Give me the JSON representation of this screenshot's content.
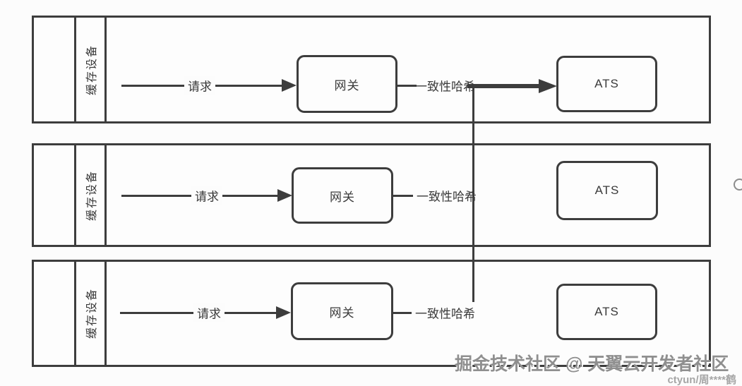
{
  "diagram": {
    "rows": [
      {
        "device": "缓存设备",
        "request": "请求",
        "gateway": "网关",
        "hash": "一致性哈希",
        "ats": "ATS"
      },
      {
        "device": "缓存设备",
        "request": "请求",
        "gateway": "网关",
        "hash": "一致性哈希",
        "ats": "ATS"
      },
      {
        "device": "缓存设备",
        "request": "请求",
        "gateway": "网关",
        "hash": "一致性哈希",
        "ats": "ATS"
      }
    ],
    "colors": {
      "stroke": "#3d3d3d",
      "text": "#3a3a3a",
      "background": "#fcfcfc",
      "watermark": "#8f8f8f"
    }
  },
  "watermark": {
    "community": "掘金技术社区 @ 天翼云开发者社区",
    "user": "ctyun/周****鹤"
  }
}
